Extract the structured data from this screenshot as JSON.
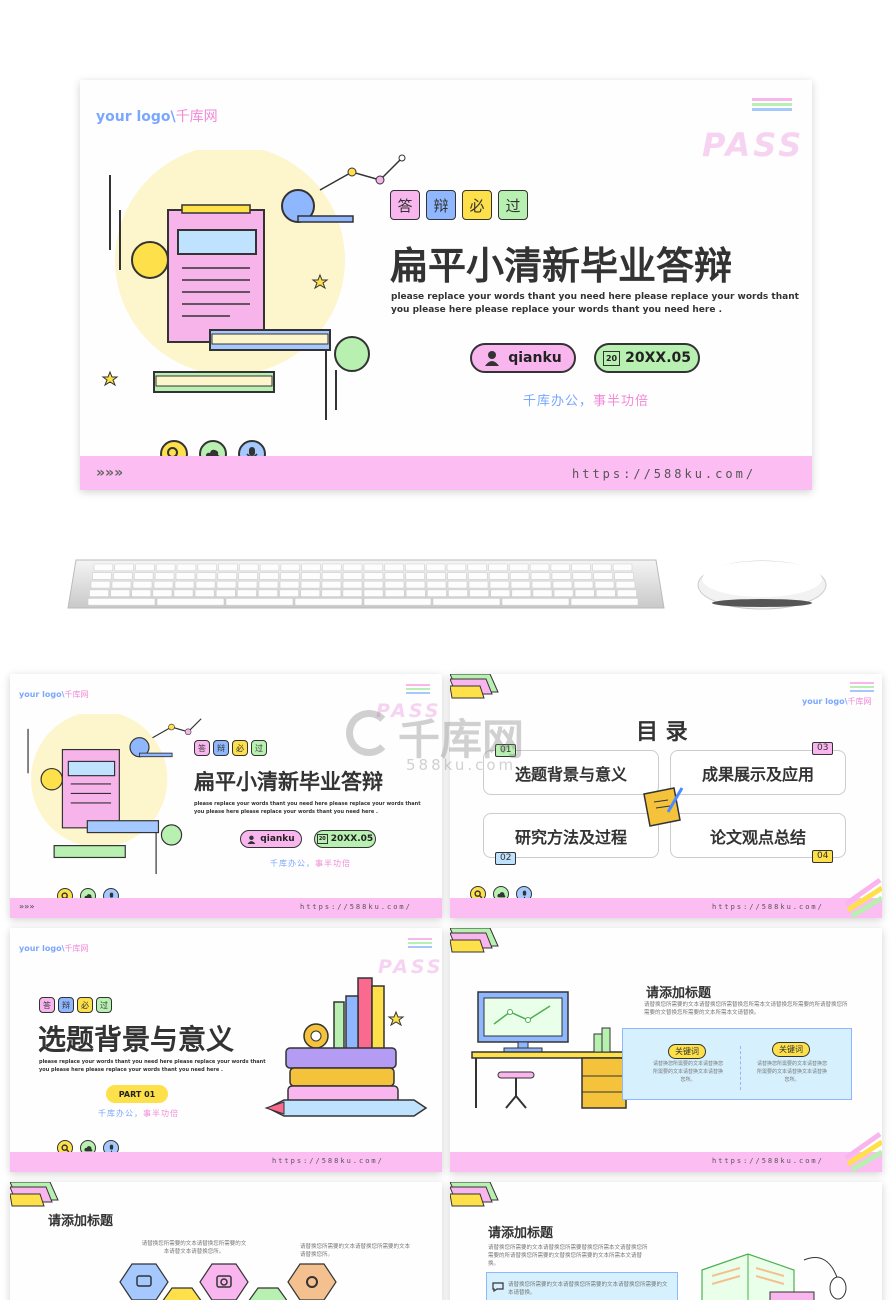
{
  "logo": {
    "en": "your logo\\",
    "cn": "千库网"
  },
  "pass": "PASS",
  "tags": [
    "答",
    "辩",
    "必",
    "过"
  ],
  "cover": {
    "title": "扁平小清新毕业答辩",
    "subtitle_line1": "please replace your words thant you need here please replace your words thant",
    "subtitle_line2": "you please  here please replace your words thant you need here .",
    "author": "qianku",
    "date": "20XX.05",
    "date_icon_num": "20",
    "motto_a": "千库办公，",
    "motto_b": "事半功倍",
    "url": "https://588ku.com/",
    "chevrons": "»»»"
  },
  "watermark": {
    "main": "千库网",
    "sub": "588ku.com"
  },
  "toc": {
    "title": "目 录",
    "items": [
      {
        "num": "01",
        "label": "选题背景与意义"
      },
      {
        "num": "02",
        "label": "研究方法及过程"
      },
      {
        "num": "03",
        "label": "成果展示及应用"
      },
      {
        "num": "04",
        "label": "论文观点总结"
      }
    ]
  },
  "part": {
    "title": "选题背景与意义",
    "label": "PART 01"
  },
  "content": {
    "heading": "请添加标题",
    "body": "请替换您所需要的文本请替换您所需替换您所需本文请替换您所需要的所请替换您所需要的文替换您所需要的文本所需本文请替换。",
    "keyword": "关键词",
    "kw_text": "请替换您所需要的文本请替换您所需要的文本请替换文本请替换您所。"
  },
  "slide5": {
    "heading": "请添加标题",
    "text_a": "请替换您所需要的文本请替换您所需要的文本请替文本请替换您所。",
    "text_b": "请替换您所需要的文本请替换您所需要的文本请替换您所。"
  },
  "slide6": {
    "heading": "请添加标题",
    "body": "请替换您所需要的文本请替换您所需要替换您所需本文请替换您所需要的所请替换您所需要的文替换您所需要的文本所需本文请替换。",
    "box": "请替换您所需要的文本请替换您所需要的文本请替换您所需要的文本请替换。"
  },
  "colors": {
    "pink": "#fbbdf2",
    "blue": "#7aa7ff",
    "yellow": "#fde04a",
    "green": "#b7f0b0",
    "lightpink": "#f9b6ee"
  }
}
